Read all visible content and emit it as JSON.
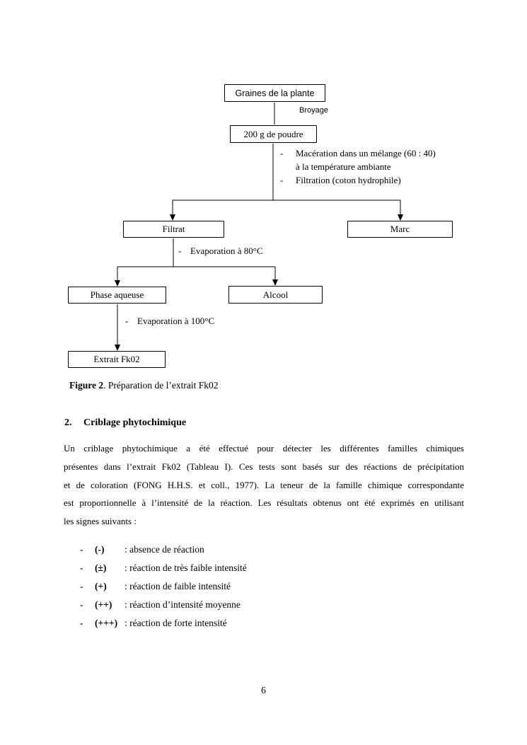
{
  "flowchart": {
    "nodes": {
      "graines": "Graines de la plante",
      "poudre": "200 g de poudre",
      "filtrat": "Filtrat",
      "marc": "Marc",
      "phase_aqueuse": "Phase aqueuse",
      "alcool": "Alcool",
      "extrait": "Extrait Fk02"
    },
    "labels": {
      "dash": "-",
      "broyage": "Broyage",
      "maceration_line1": "Macération dans un mélange  (60 : 40)",
      "maceration_line2": "à la température ambiante",
      "filtration": "Filtration (coton hydrophile)",
      "evaporation80": "Evaporation à 80°C",
      "evaporation100": "Evaporation à 100°C"
    },
    "caption_bold": "Figure 2",
    "caption_rest": ". Préparation de l’extrait Fk02"
  },
  "section": {
    "number": "2.",
    "title": "Criblage phytochimique"
  },
  "paragraph": {
    "lines": [
      "Un criblage phytochimique a été effectué pour détecter les différentes familles chimiques",
      "présentes dans l’extrait Fk02 (Tableau I). Ces tests sont basés sur des réactions de précipitation",
      "et de coloration (FONG H.H.S. et coll., 1977). La teneur de la famille chimique correspondante",
      "est proportionnelle à l’intensité de la réaction. Les résultats obtenus ont été exprimés en utilisant",
      "les signes suivants :"
    ]
  },
  "legend": {
    "dash": "-",
    "items": [
      {
        "sign": "(-)",
        "desc": ": absence de réaction"
      },
      {
        "sign": "(±)",
        "desc": ": réaction de très faible intensité"
      },
      {
        "sign": "(+)",
        "desc": ": réaction de faible intensité"
      },
      {
        "sign": "(++)",
        "desc": ": réaction d’intensité moyenne"
      },
      {
        "sign": "(+++)",
        "desc": ": réaction de forte intensité"
      }
    ]
  },
  "footer": {
    "page_number": "6"
  }
}
